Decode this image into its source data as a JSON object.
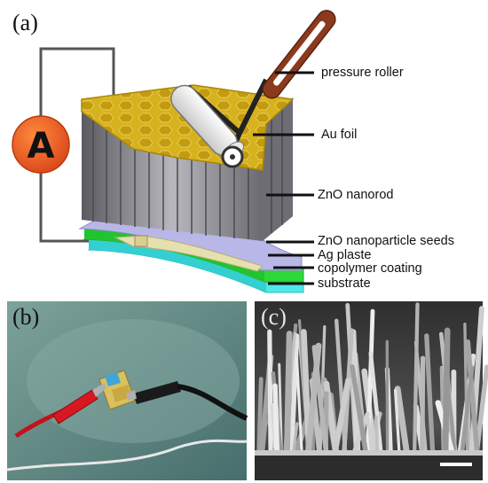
{
  "panels": {
    "a": "(a)",
    "b": "(b)",
    "c": "(c)"
  },
  "ammeter": {
    "symbol": "A",
    "icon": "ammeter-icon",
    "color": "#e8581f"
  },
  "labels": {
    "pressure_roller": "pressure roller",
    "au_foil": "Au foil",
    "zno_nanorod": "ZnO nanorod",
    "zno_seeds": "ZnO nanoparticle seeds",
    "ag_plaste": "Ag plaste",
    "copolymer": "copolymer coating",
    "substrate": "substrate"
  },
  "colors": {
    "au": "#d6b21e",
    "nanorod": "#8a8a8f",
    "ag": "#e6dfae",
    "copolymer": "#2fd83a",
    "substrate": "#4ee8e6",
    "seeds": "#b9b6e8",
    "roller_handle": "#8b3a1d",
    "photo_bg": "#5f8a86",
    "sem_bg": "#404040"
  }
}
